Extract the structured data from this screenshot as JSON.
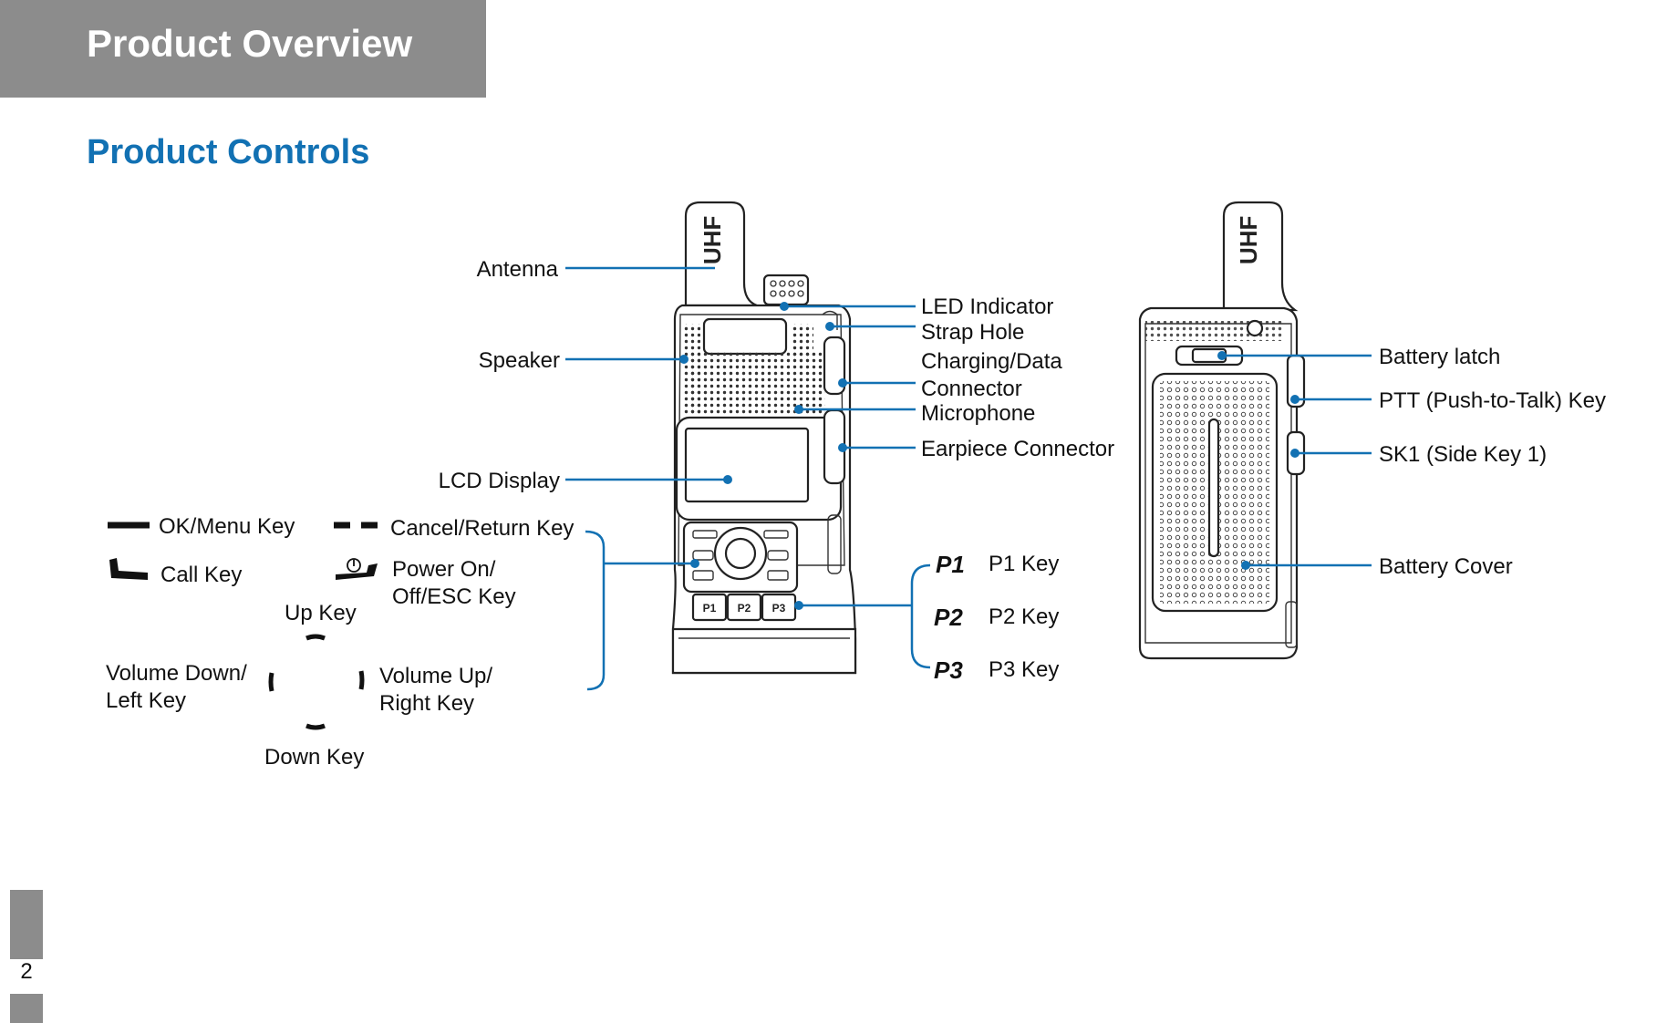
{
  "header": {
    "title": "Product Overview"
  },
  "section": {
    "title": "Product Controls"
  },
  "front_labels": {
    "antenna": "Antenna",
    "speaker": "Speaker",
    "lcd": "LCD Display",
    "led": "LED Indicator",
    "strap": "Strap Hole",
    "charging_1": "Charging/Data",
    "charging_2": "Connector",
    "microphone": "Microphone",
    "earpiece": "Earpiece Connector"
  },
  "keypad_legend": {
    "ok_menu": "OK/Menu Key",
    "cancel": "Cancel/Return Key",
    "call": "Call Key",
    "power_1": "Power On/",
    "power_2": "Off/ESC Key",
    "up": "Up Key",
    "vol_down_1": "Volume Down/",
    "vol_down_2": "Left Key",
    "vol_up_1": "Volume Up/",
    "vol_up_2": "Right Key",
    "down": "Down Key"
  },
  "p_keys": [
    {
      "icon": "P1",
      "label": "P1 Key"
    },
    {
      "icon": "P2",
      "label": "P2 Key"
    },
    {
      "icon": "P3",
      "label": "P3 Key"
    }
  ],
  "back_labels": {
    "battery_latch": "Battery latch",
    "ptt": "PTT (Push-to-Talk) Key",
    "sk1": "SK1 (Side Key 1)",
    "battery_cover": "Battery Cover"
  },
  "device": {
    "band_label": "UHF"
  },
  "page": {
    "number": "2"
  },
  "colors": {
    "accent": "#1271b3",
    "header_bg": "#8c8c8c"
  }
}
